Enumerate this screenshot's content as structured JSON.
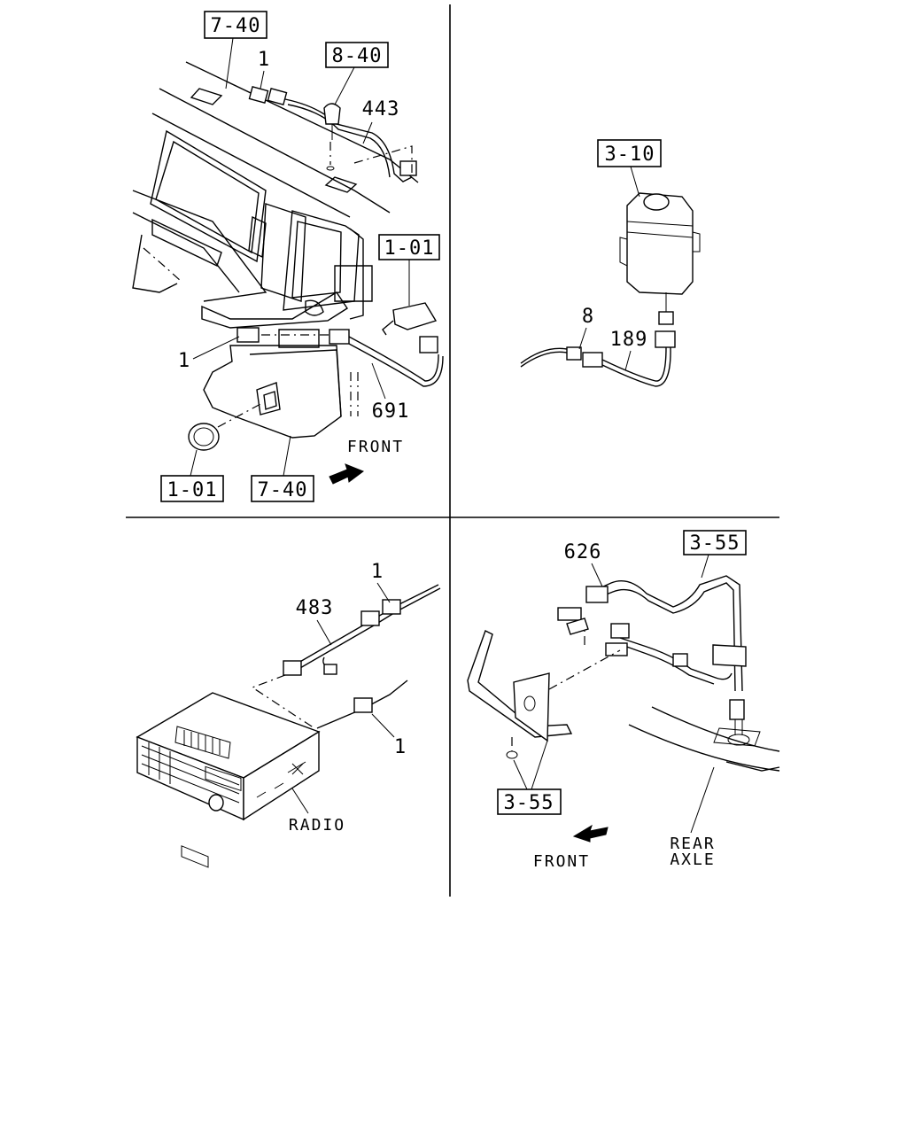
{
  "diagram": {
    "panels": {
      "top_left": {
        "refs": [
          "7-40",
          "8-40",
          "1-01",
          "1-01",
          "7-40"
        ],
        "parts": [
          "1",
          "443",
          "1",
          "691"
        ],
        "direction": "FRONT"
      },
      "top_right": {
        "refs": [
          "3-10"
        ],
        "parts": [
          "8",
          "189"
        ]
      },
      "bottom_left": {
        "parts": [
          "1",
          "483",
          "1"
        ],
        "component": "RADIO"
      },
      "bottom_right": {
        "refs": [
          "3-55",
          "3-55"
        ],
        "parts": [
          "626"
        ],
        "direction": "FRONT",
        "component_lines": [
          "REAR",
          "AXLE"
        ]
      }
    }
  }
}
